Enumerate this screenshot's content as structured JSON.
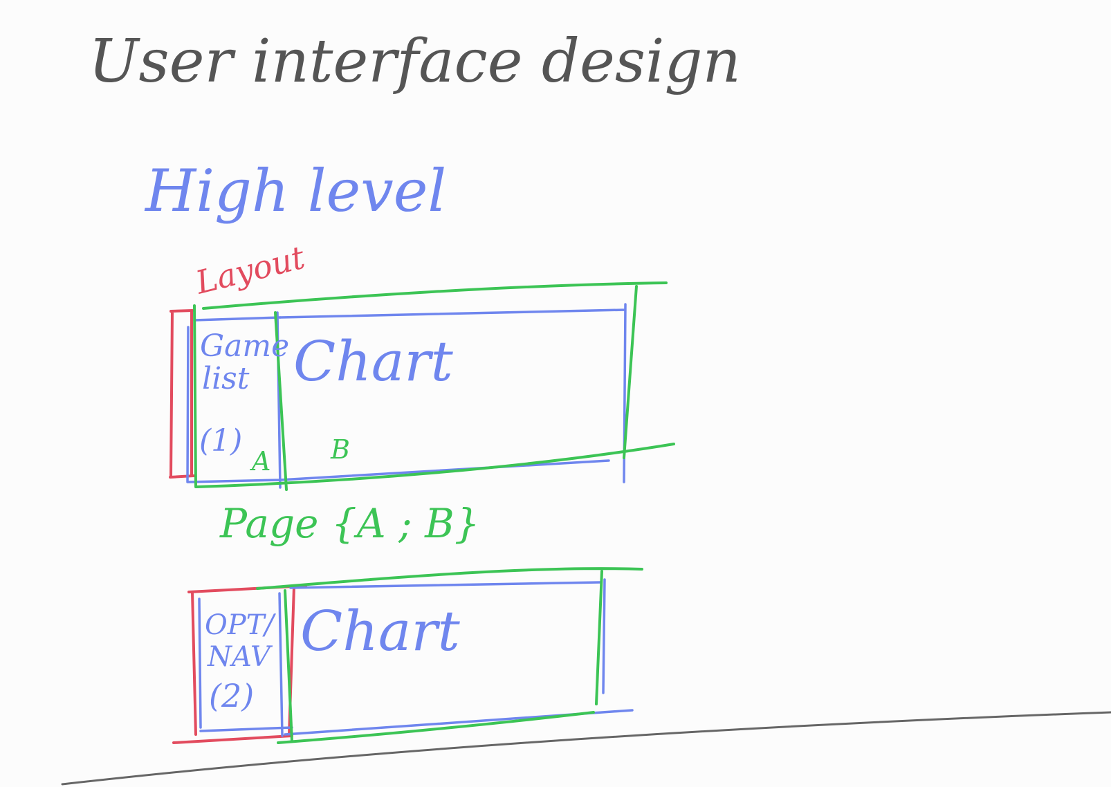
{
  "title": "User interface design",
  "high_level": "High level",
  "layout_label": "Layout",
  "diagram1": {
    "left_panel": [
      "Game",
      "list",
      "(1)"
    ],
    "chart_label": "Chart",
    "marker_a": "A",
    "marker_b": "B",
    "page_label": "Page {A ; B}"
  },
  "diagram2": {
    "left_panel": [
      "OPT/",
      "NAV",
      "(2)"
    ],
    "chart_label": "Chart"
  },
  "colors": {
    "title": "#555555",
    "blue": "#6f86ee",
    "green": "#3cc455",
    "red": "#e24b5e",
    "baseline": "#666666",
    "background": "#fcfcfc"
  }
}
